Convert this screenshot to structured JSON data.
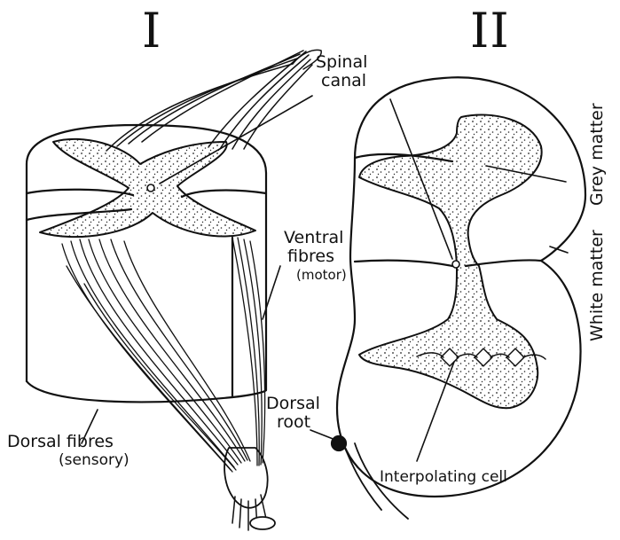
{
  "panels": {
    "left": "I",
    "right": "II"
  },
  "labels": {
    "spinal_canal": [
      "Spinal",
      "canal"
    ],
    "grey_matter": "Grey matter",
    "white_matter": "White matter",
    "ventral_fibres": [
      "Ventral",
      "fibres",
      "(motor)"
    ],
    "dorsal_root": [
      "Dorsal",
      "root"
    ],
    "dorsal_fibres": [
      "Dorsal fibres",
      "(sensory)"
    ],
    "interpolating_cell": "Interpolating cell"
  },
  "colors": {
    "ink": "#111111",
    "paper": "#ffffff"
  }
}
